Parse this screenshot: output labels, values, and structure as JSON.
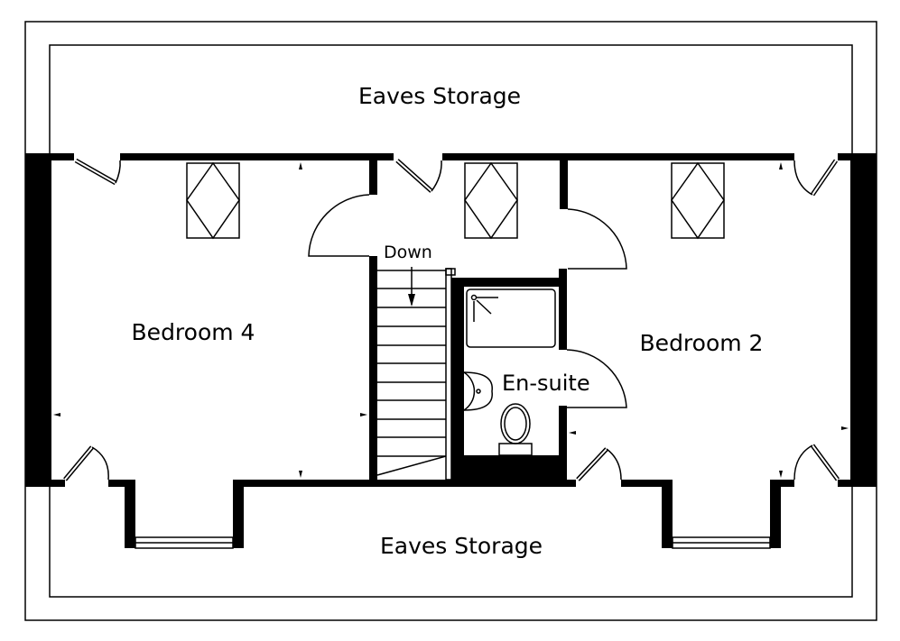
{
  "plan": {
    "rooms": {
      "eaves_top": "Eaves Storage",
      "eaves_bottom": "Eaves Storage",
      "bedroom_left": "Bedroom 4",
      "bedroom_right": "Bedroom 2",
      "ensuite": "En-suite"
    },
    "stairs_label": "Down",
    "colors": {
      "wall": "#000000",
      "background": "#ffffff"
    }
  }
}
